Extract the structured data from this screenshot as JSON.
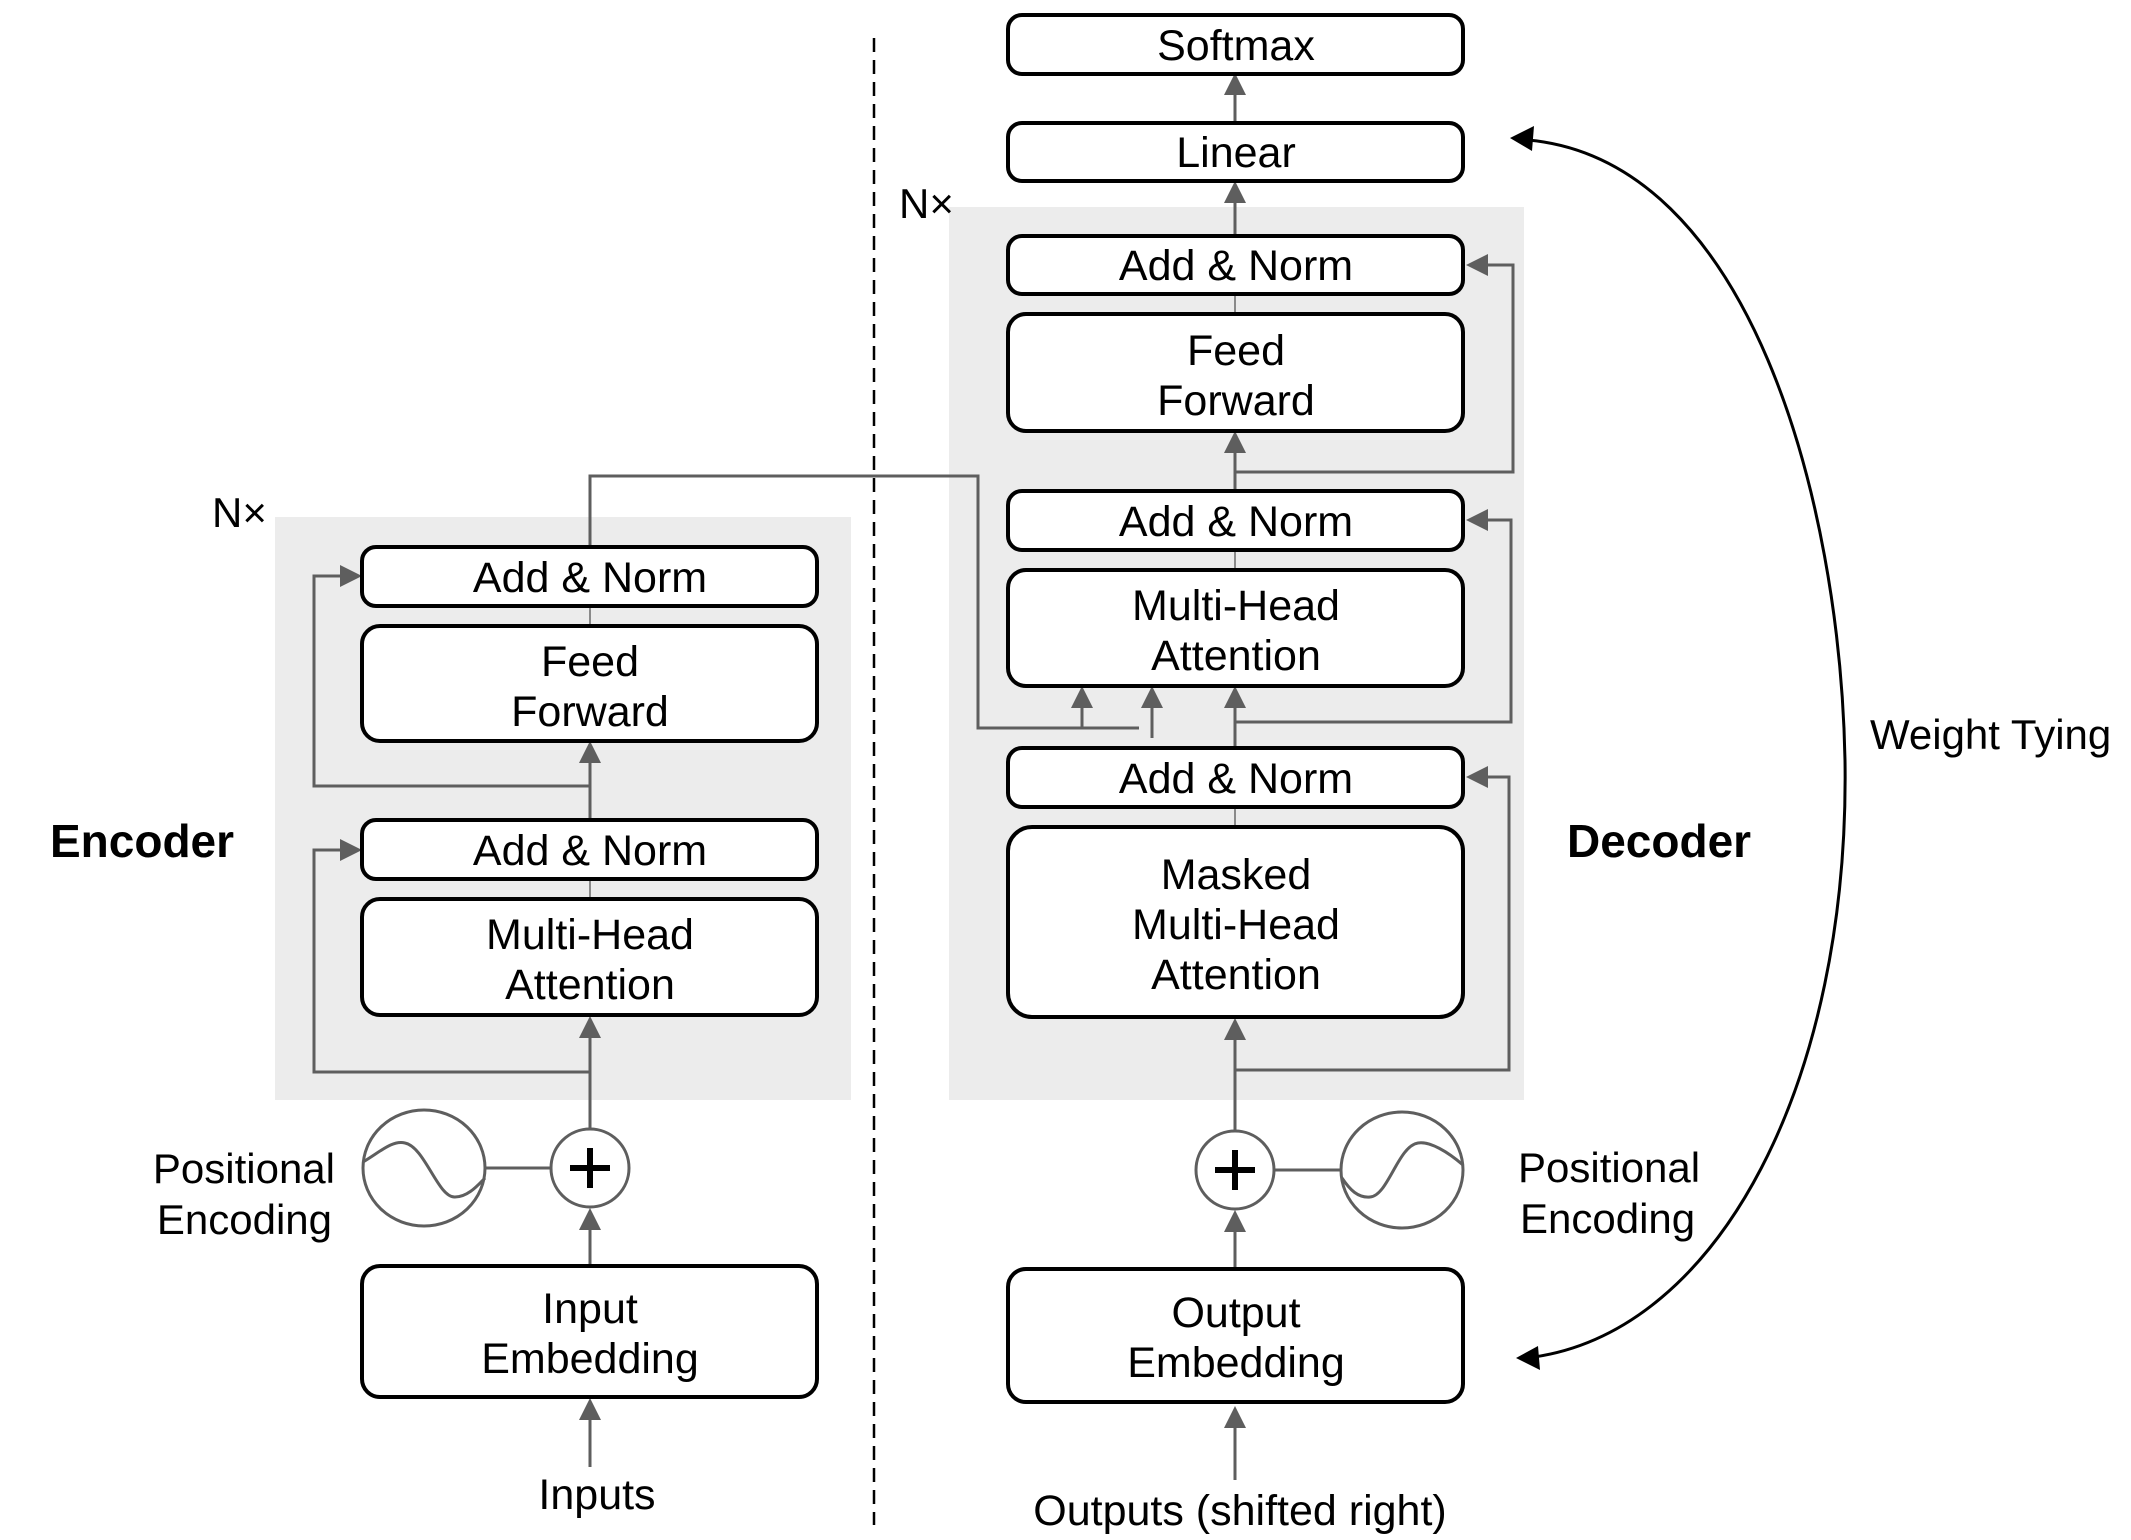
{
  "title": "Transformer architecture with weight tying",
  "encoder": {
    "label": "Encoder",
    "repeat": "N×",
    "blocks": {
      "add_norm_top": "Add & Norm",
      "feed_forward": [
        "Feed",
        "Forward"
      ],
      "add_norm_bottom": "Add & Norm",
      "attention": [
        "Multi-Head",
        "Attention"
      ],
      "embedding": [
        "Input",
        "Embedding"
      ]
    },
    "positional_encoding": [
      "Positional",
      "Encoding"
    ],
    "input_label": "Inputs"
  },
  "decoder": {
    "label": "Decoder",
    "repeat": "N×",
    "blocks": {
      "softmax": "Softmax",
      "linear": "Linear",
      "add_norm_top": "Add & Norm",
      "feed_forward": [
        "Feed",
        "Forward"
      ],
      "add_norm_mid": "Add & Norm",
      "cross_attention": [
        "Multi-Head",
        "Attention"
      ],
      "add_norm_bottom": "Add & Norm",
      "masked_attention": [
        "Masked",
        "Multi-Head",
        "Attention"
      ],
      "embedding": [
        "Output",
        "Embedding"
      ]
    },
    "positional_encoding": [
      "Positional",
      "Encoding"
    ],
    "input_label": "Outputs (shifted right)"
  },
  "weight_tying_label": "Weight Tying",
  "icons": {
    "add": "plus-circle-icon",
    "positional": "sine-wave-icon"
  },
  "colors": {
    "block_background": "#ececec",
    "connector": "#5e5e5e",
    "box_border": "#000000"
  }
}
